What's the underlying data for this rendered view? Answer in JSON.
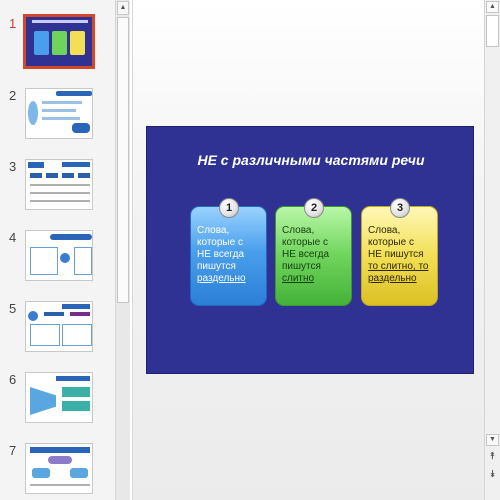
{
  "slides": [
    {
      "number": "1",
      "selected": true
    },
    {
      "number": "2",
      "selected": false
    },
    {
      "number": "3",
      "selected": false
    },
    {
      "number": "4",
      "selected": false
    },
    {
      "number": "5",
      "selected": false
    },
    {
      "number": "6",
      "selected": false
    },
    {
      "number": "7",
      "selected": false
    }
  ],
  "current_slide": {
    "title": "НЕ с различными частями речи",
    "cards": [
      {
        "num": "1",
        "lines": [
          "Слова,",
          "которые с",
          "НЕ всегда",
          "пишутся"
        ],
        "underlined": [
          "раздельно"
        ]
      },
      {
        "num": "2",
        "lines": [
          "Слова,",
          "которые с",
          "НЕ всегда",
          "пишутся"
        ],
        "underlined": [
          "слитно"
        ]
      },
      {
        "num": "3",
        "lines": [
          "Слова,",
          "которые с",
          "НЕ пишутся"
        ],
        "underlined": [
          "то слитно, то",
          "раздельно"
        ]
      }
    ]
  },
  "colors": {
    "slide_background": "#2f3293",
    "selection_border": "#d2472b",
    "card_blue": "#4a9fec",
    "card_green": "#6fd45b",
    "card_yellow": "#f2df55"
  },
  "scroll": {
    "up_glyph": "▲",
    "down_glyph": "▼",
    "prev_glyph": "⯭",
    "next_glyph": "⯯"
  }
}
